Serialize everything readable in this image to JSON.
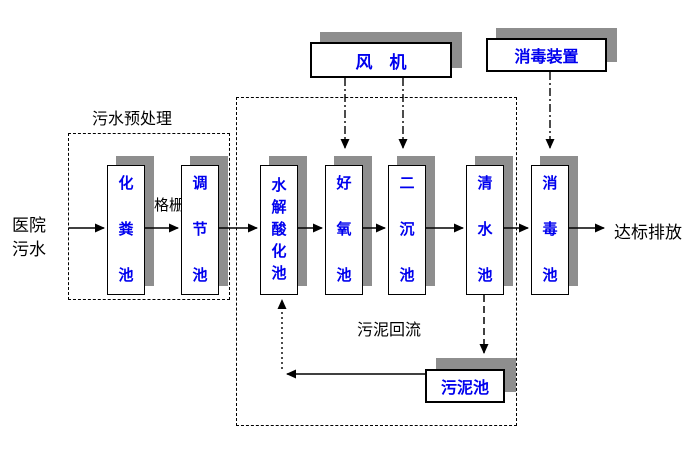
{
  "labels": {
    "influent": "医院\n污水",
    "pretreatment_title": "污水预处理",
    "screen": "格栅",
    "sludge_return": "污泥回流",
    "effluent": "达标排放"
  },
  "boxes": {
    "fan": "风　机",
    "disinfection_device": "消毒装置",
    "sludge_tank": "污泥池",
    "septic_tank": "化\n粪\n池",
    "regulating_tank": "调\n节\n池",
    "hydrolysis_acidification_tank": "水\n解\n酸\n化\n池",
    "aerobic_tank": "好\n氧\n池",
    "secondary_sedimentation_tank": "二\n沉\n池",
    "clear_water_tank": "清\n水\n池",
    "disinfection_tank": "消\n毒\n池"
  },
  "colors": {
    "tank_text": "#0000ee",
    "shadow": "#8e8e8e",
    "line": "#000000",
    "background": "#ffffff"
  }
}
